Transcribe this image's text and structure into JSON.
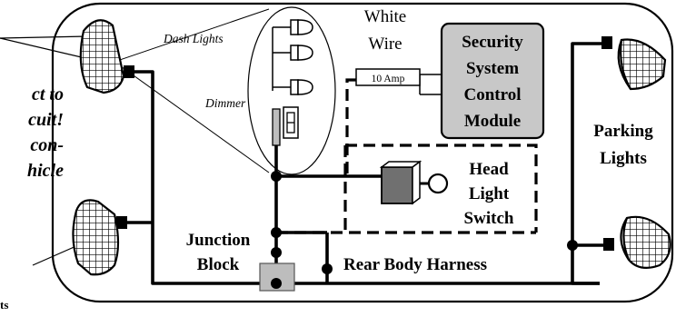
{
  "labels": {
    "dash_lights": "Dash Lights",
    "dimmer": "Dimmer",
    "white_wire_line1": "White",
    "white_wire_line2": "Wire",
    "fuse": "10 Amp",
    "module_line1": "Security",
    "module_line2": "System",
    "module_line3": "Control",
    "module_line4": "Module",
    "parking_line1": "Parking",
    "parking_line2": "Lights",
    "switch_line1": "Head",
    "switch_line2": "Light",
    "switch_line3": "Switch",
    "junction_line1": "Junction",
    "junction_line2": "Block",
    "rear_harness": "Rear Body Harness",
    "side_line1": "ct to",
    "side_line2": "cuit!",
    "side_line3": "con-",
    "side_line4": "hicle",
    "bottom_cut": "ts"
  },
  "colors": {
    "module_fill": "#c8c8c8",
    "switch_body": "#707070",
    "junction_fill": "#bdbdbd"
  }
}
